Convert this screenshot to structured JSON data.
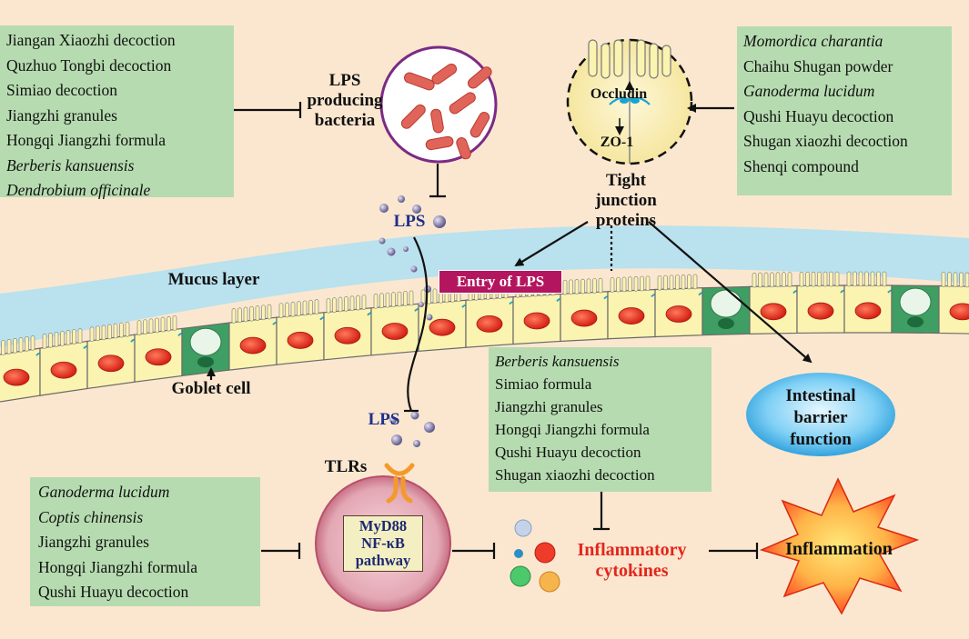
{
  "colors": {
    "background": "#fbe7cf",
    "mucus": "#b9e1ee",
    "box_fill": "#b6dbb0",
    "cell_fill": "#fbf3b0",
    "nucleus": "#e32a1f",
    "goblet": "#3f9e63",
    "lps_text": "#1f2f8c",
    "entry_label_bg": "#b3165f",
    "inflammation_star": "#ff3b1f",
    "barrier_ellipse": "#2aa5e0",
    "tlr_receptor": "#f39a2b"
  },
  "labels": {
    "lps_bacteria": [
      "LPS",
      "producing",
      "bacteria"
    ],
    "occludin": "Occludin",
    "zo1": "ZO-1",
    "tight_junction": [
      "Tight",
      "junction",
      "proteins"
    ],
    "lps_top": "LPS",
    "lps_bottom": "LPS",
    "mucus_layer": "Mucus layer",
    "entry_of_lps": "Entry of LPS",
    "goblet_cell": "Goblet cell",
    "tlrs": "TLRs",
    "pathway": [
      "MyD88",
      "NF-κB",
      "pathway"
    ],
    "inflammatory_cytokines": [
      "Inflammatory",
      "cytokines"
    ],
    "inflammation": "Inflammation",
    "intestinal_barrier": [
      "Intestinal",
      "barrier",
      "function"
    ]
  },
  "boxes": {
    "bacteria_inhibitors": [
      {
        "text": "Jiangan Xiaozhi decoction",
        "italic": false
      },
      {
        "text": "Quzhuo Tongbi decoction",
        "italic": false
      },
      {
        "text": "Simiao decoction",
        "italic": false
      },
      {
        "text": "Jiangzhi granules",
        "italic": false
      },
      {
        "text": "Hongqi Jiangzhi formula",
        "italic": false
      },
      {
        "text": "Berberis kansuensis",
        "italic": true
      },
      {
        "text": "Dendrobium officinale",
        "italic": true
      }
    ],
    "tight_junction_promoters": [
      {
        "text": "Momordica charantia",
        "italic": true
      },
      {
        "text": "Chaihu Shugan powder",
        "italic": false
      },
      {
        "text": "Ganoderma lucidum",
        "italic": true
      },
      {
        "text": "Qushi Huayu decoction",
        "italic": false
      },
      {
        "text": "Shugan xiaozhi decoction",
        "italic": false
      },
      {
        "text": "Shenqi compound",
        "italic": false
      }
    ],
    "cytokine_inhibitors": [
      {
        "text": "Berberis kansuensis",
        "italic": true
      },
      {
        "text": "Simiao formula",
        "italic": false
      },
      {
        "text": "Jiangzhi granules",
        "italic": false
      },
      {
        "text": "Hongqi Jiangzhi formula",
        "italic": false
      },
      {
        "text": "Qushi Huayu decoction",
        "italic": false
      },
      {
        "text": "Shugan xiaozhi decoction",
        "italic": false
      }
    ],
    "tlr_pathway_inhibitors": [
      {
        "text": "Ganoderma lucidum",
        "italic": true
      },
      {
        "text": "Coptis chinensis",
        "italic": true
      },
      {
        "text": "Jiangzhi granules",
        "italic": false
      },
      {
        "text": "Hongqi Jiangzhi formula",
        "italic": false
      },
      {
        "text": "Qushi Huayu decoction",
        "italic": false
      }
    ]
  }
}
